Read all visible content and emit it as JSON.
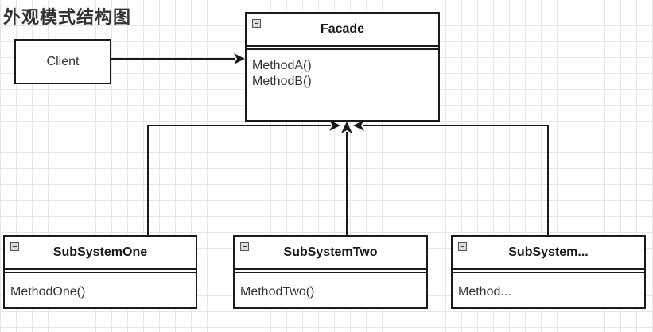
{
  "title": "外观模式结构图",
  "client": {
    "label": "Client"
  },
  "facade": {
    "name": "Facade",
    "methods": [
      "MethodA()",
      "MethodB()"
    ]
  },
  "subsystems": [
    {
      "name": "SubSystemOne",
      "method": "MethodOne()"
    },
    {
      "name": "SubSystemTwo",
      "method": "MethodTwo()"
    },
    {
      "name": "SubSystem...",
      "method": "Method..."
    }
  ],
  "colors": {
    "stroke": "#1a1a1a",
    "grid": "#e6e6e6",
    "background": "#ffffff"
  },
  "icons": [
    "collapse-icon",
    "mouse-cursor-icon",
    "arrowhead-icon"
  ]
}
